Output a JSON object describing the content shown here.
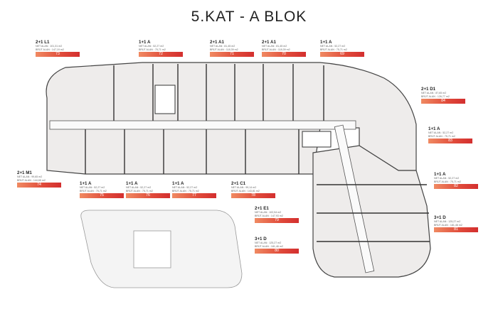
{
  "title": "5.KAT - A BLOK",
  "accent": "#e03a2f",
  "units": [
    {
      "id": "73",
      "type": "2+1 L1",
      "net": "NET ALAN : 101,31 m2",
      "brut": "BRÜT ALAN : 147,19 m2"
    },
    {
      "id": "72",
      "type": "1+1 A",
      "net": "NET ALAN : 52,27 m2",
      "brut": "BRÜT ALAN : 75,71 m2"
    },
    {
      "id": "71",
      "type": "2+1 A1",
      "net": "NET ALAN : 81,45 m2",
      "brut": "BRÜT ALAN : 118,39 m2"
    },
    {
      "id": "70",
      "type": "2+1 A1",
      "net": "NET ALAN : 81,45 m2",
      "brut": "BRÜT ALAN : 118,39 m2"
    },
    {
      "id": "69",
      "type": "1+1 A",
      "net": "NET ALAN : 52,27 m2",
      "brut": "BRÜT ALAN : 75,71 m2"
    },
    {
      "id": "84",
      "type": "2+1 D1",
      "net": "NET ALAN : 87,65 m2",
      "brut": "BRÜT ALAN : 126,77 m2"
    },
    {
      "id": "83",
      "type": "1+1 A",
      "net": "NET ALAN : 52,27 m2",
      "brut": "BRÜT ALAN : 75,71 m2"
    },
    {
      "id": "74",
      "type": "2+1 M1",
      "net": "NET ALAN : 99,65 m2",
      "brut": "BRÜT ALAN : 144,65 m2"
    },
    {
      "id": "75",
      "type": "1+1 A",
      "net": "NET ALAN : 52,27 m2",
      "brut": "BRÜT ALAN : 75,71 m2"
    },
    {
      "id": "76",
      "type": "1+1 A",
      "net": "NET ALAN : 52,27 m2",
      "brut": "BRÜT ALAN : 75,71 m2"
    },
    {
      "id": "77",
      "type": "1+1 A",
      "net": "NET ALAN : 52,27 m2",
      "brut": "BRÜT ALAN : 75,71 m2"
    },
    {
      "id": "78",
      "type": "2+1 C1",
      "net": "NET ALAN : 99,14 m2",
      "brut": "BRÜT ALAN : 143,81 m2"
    },
    {
      "id": "82",
      "type": "1+1 A",
      "net": "NET ALAN : 52,27 m2",
      "brut": "BRÜT ALAN : 75,71 m2"
    },
    {
      "id": "79",
      "type": "2+1 E1",
      "net": "NET ALAN : 102,54 m2",
      "brut": "BRÜT ALAN : 147,93 m2"
    },
    {
      "id": "81",
      "type": "3+1 D",
      "net": "NET ALAN : 125,27 m2",
      "brut": "BRÜT ALAN : 181,46 m2"
    },
    {
      "id": "80",
      "type": "3+1 D",
      "net": "NET ALAN : 125,27 m2",
      "brut": "BRÜT ALAN : 181,46 m2"
    }
  ]
}
